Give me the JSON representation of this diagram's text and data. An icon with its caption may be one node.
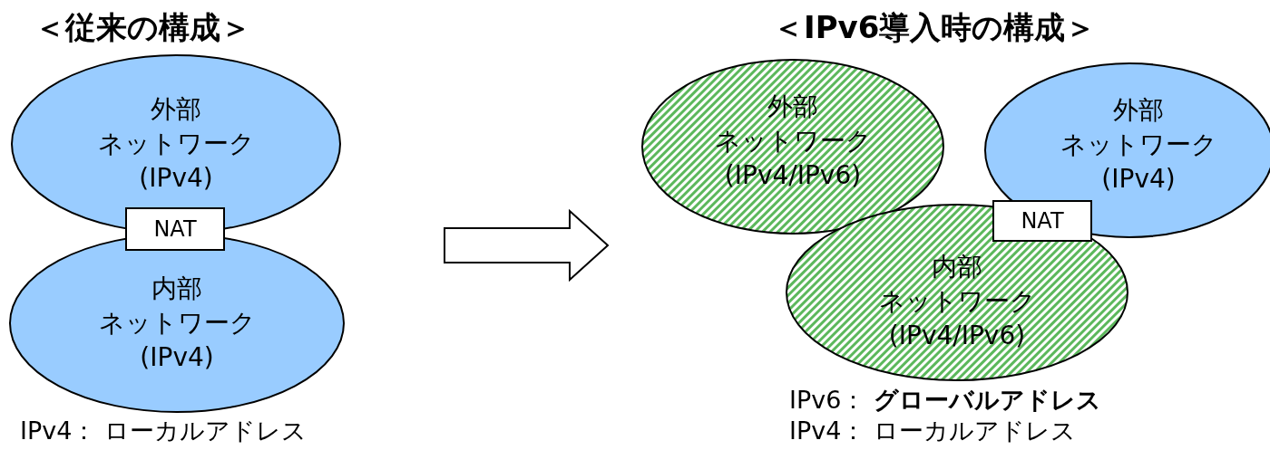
{
  "diagram": {
    "nodes": [
      {
        "text": [
          "外部",
          "ネットワーク",
          "(IPv4)"
        ]
      },
      {
        "text": [
          "内部",
          "ネットワーク",
          "(IPv4)"
        ]
      },
      {
        "text": [
          "NAT"
        ]
      },
      {
        "text": [
          "外部",
          "ネットワーク",
          "(IPv4/IPv6)"
        ]
      },
      {
        "text": [
          "外部",
          "ネットワーク",
          "(IPv4)"
        ]
      },
      {
        "text": [
          "内部",
          "ネットワーク",
          "(IPv4/IPv6)"
        ]
      },
      {
        "text": [
          "NAT"
        ]
      }
    ],
    "labels": [
      "＜従来の構成＞",
      "＜IPv6導入時の構成＞",
      "IPv4： ローカルアドレス",
      "IPv6： **グローバルアドレス**",
      "IPv4： ローカルアドレス"
    ]
  }
}
